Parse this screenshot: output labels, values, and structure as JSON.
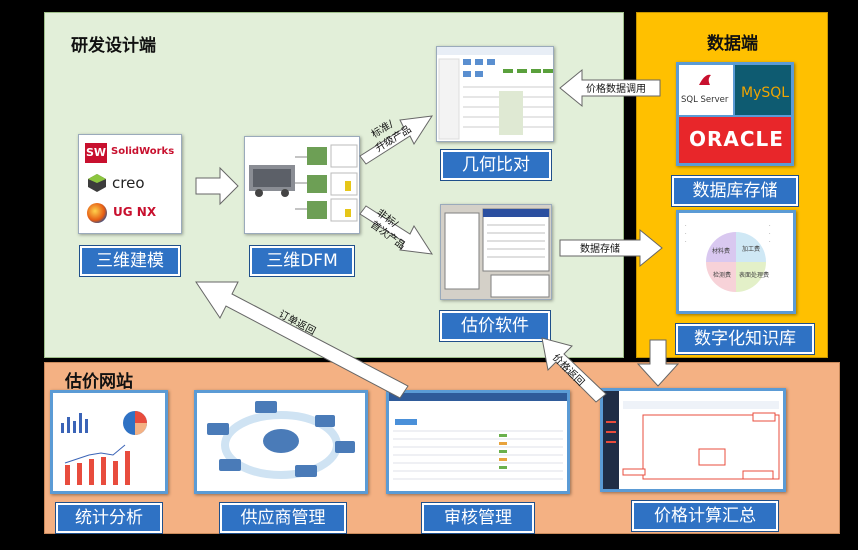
{
  "zones": {
    "rd_title": "研发设计端",
    "data_title": "数据端",
    "web_title": "估价网站"
  },
  "modeling": {
    "logos": [
      "SolidWorks",
      "creo",
      "UG NX"
    ],
    "solidworks_badge": "SW",
    "label": "三维建模"
  },
  "dfm": {
    "label": "三维DFM"
  },
  "geometry": {
    "label": "几何比对"
  },
  "estimation": {
    "label": "估价软件"
  },
  "database": {
    "logos": [
      "SQL Server",
      "MySQL",
      "ORACLE"
    ],
    "label": "数据库存储"
  },
  "knowledge": {
    "segments": [
      "材料费",
      "加工费",
      "表面处理费",
      "检测费"
    ],
    "label": "数字化知识库"
  },
  "website_modules": [
    {
      "label": "统计分析"
    },
    {
      "label": "供应商管理"
    },
    {
      "label": "审核管理"
    },
    {
      "label": "价格计算汇总"
    }
  ],
  "flows": {
    "standard": "标准/\n升级产品",
    "nonstandard": "非标/\n首次产品",
    "price_call": "价格数据调用",
    "data_storage": "数据存储",
    "order_return": "订单返回",
    "price_return": "价格返回"
  },
  "colors": {
    "label_blue": "#2f72c4",
    "rd_bg": "#e2efd9",
    "data_bg": "#ffc000",
    "web_bg": "#f4b183"
  }
}
